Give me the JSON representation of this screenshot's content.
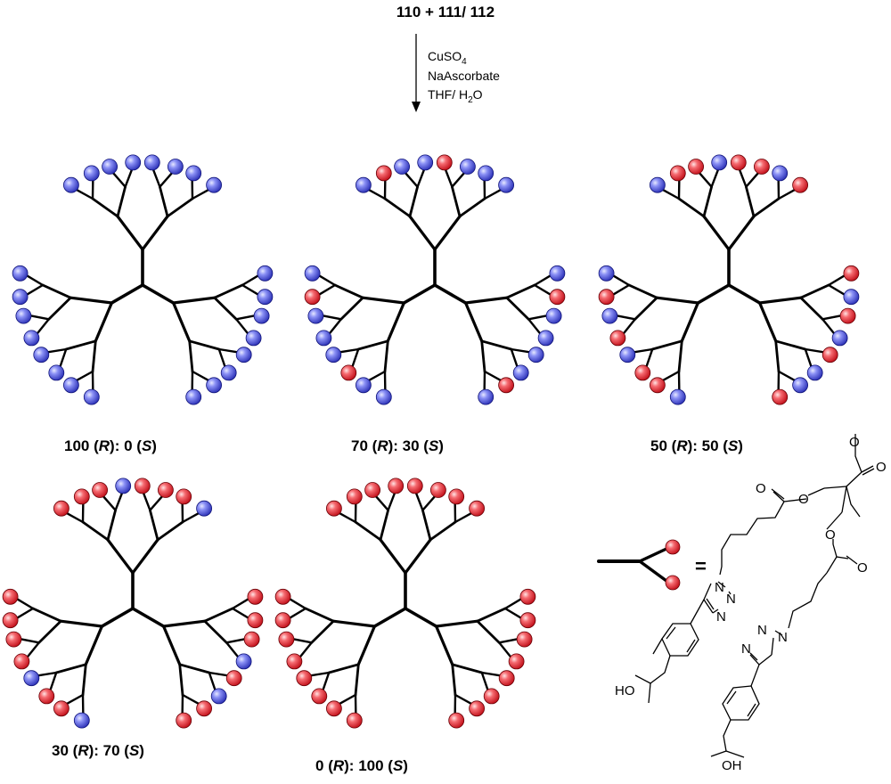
{
  "reaction": {
    "reactants": "110 + 111/ 112",
    "reagent_1": "CuSO",
    "reagent_1_sub": "4",
    "reagent_2": "NaAscorbate",
    "reagent_3a": "THF/ H",
    "reagent_3_sub": "2",
    "reagent_3b": "O"
  },
  "dendrimers": [
    {
      "ratio_r": "100",
      "ratio_s": "0",
      "r_label": "R",
      "s_label": "S",
      "pattern": "BBBBBBBBBBBBBBBBBBBBBBBB"
    },
    {
      "ratio_r": "70",
      "ratio_s": "30",
      "r_label": "R",
      "s_label": "S",
      "pattern": "BRBBRBBBBRBBBBRBBBRBBBRB"
    },
    {
      "ratio_r": "50",
      "ratio_s": "50",
      "r_label": "R",
      "s_label": "S",
      "pattern": "BRRBRRBRRBRBRBBRBRRBRBRB"
    },
    {
      "ratio_r": "30",
      "ratio_s": "70",
      "r_label": "R",
      "s_label": "S",
      "pattern": "RRRBRRRBRRRBRBRRBRRBRRRR"
    },
    {
      "ratio_r": "0",
      "ratio_s": "100",
      "r_label": "R",
      "s_label": "S",
      "pattern": "RRRRRRRRRRRRRRRRRRRRRRRR"
    }
  ],
  "colors": {
    "r_sphere": "#4a52e8",
    "s_sphere": "#ec2f3a",
    "bond": "#000000"
  },
  "legend": {
    "equals": "=",
    "triazole_n1": "N",
    "triazole_n2": "N",
    "triazole_n3": "N",
    "triazole_n4": "N",
    "triazole_n5": "N",
    "triazole_n6": "N",
    "oxygen_labels": [
      "O",
      "O",
      "O",
      "O",
      "O",
      "O"
    ],
    "ho_left": "HO",
    "oh_right": "OH"
  }
}
